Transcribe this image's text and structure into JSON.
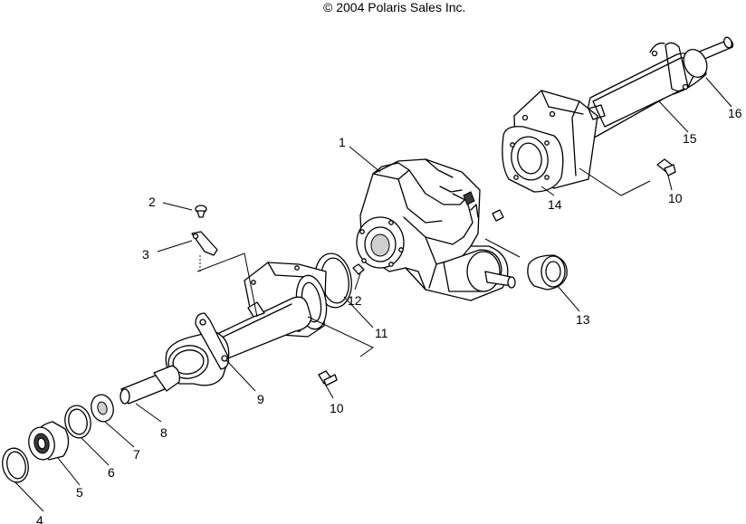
{
  "copyright": "© 2004 Polaris Sales Inc.",
  "callouts": {
    "c1": "1",
    "c2": "2",
    "c3": "3",
    "c4": "4",
    "c5": "5",
    "c6": "6",
    "c7": "7",
    "c8": "8",
    "c9": "9",
    "c10a": "10",
    "c10b": "10",
    "c11": "11",
    "c12": "12",
    "c13": "13",
    "c14": "14",
    "c15": "15",
    "c16": "16"
  }
}
